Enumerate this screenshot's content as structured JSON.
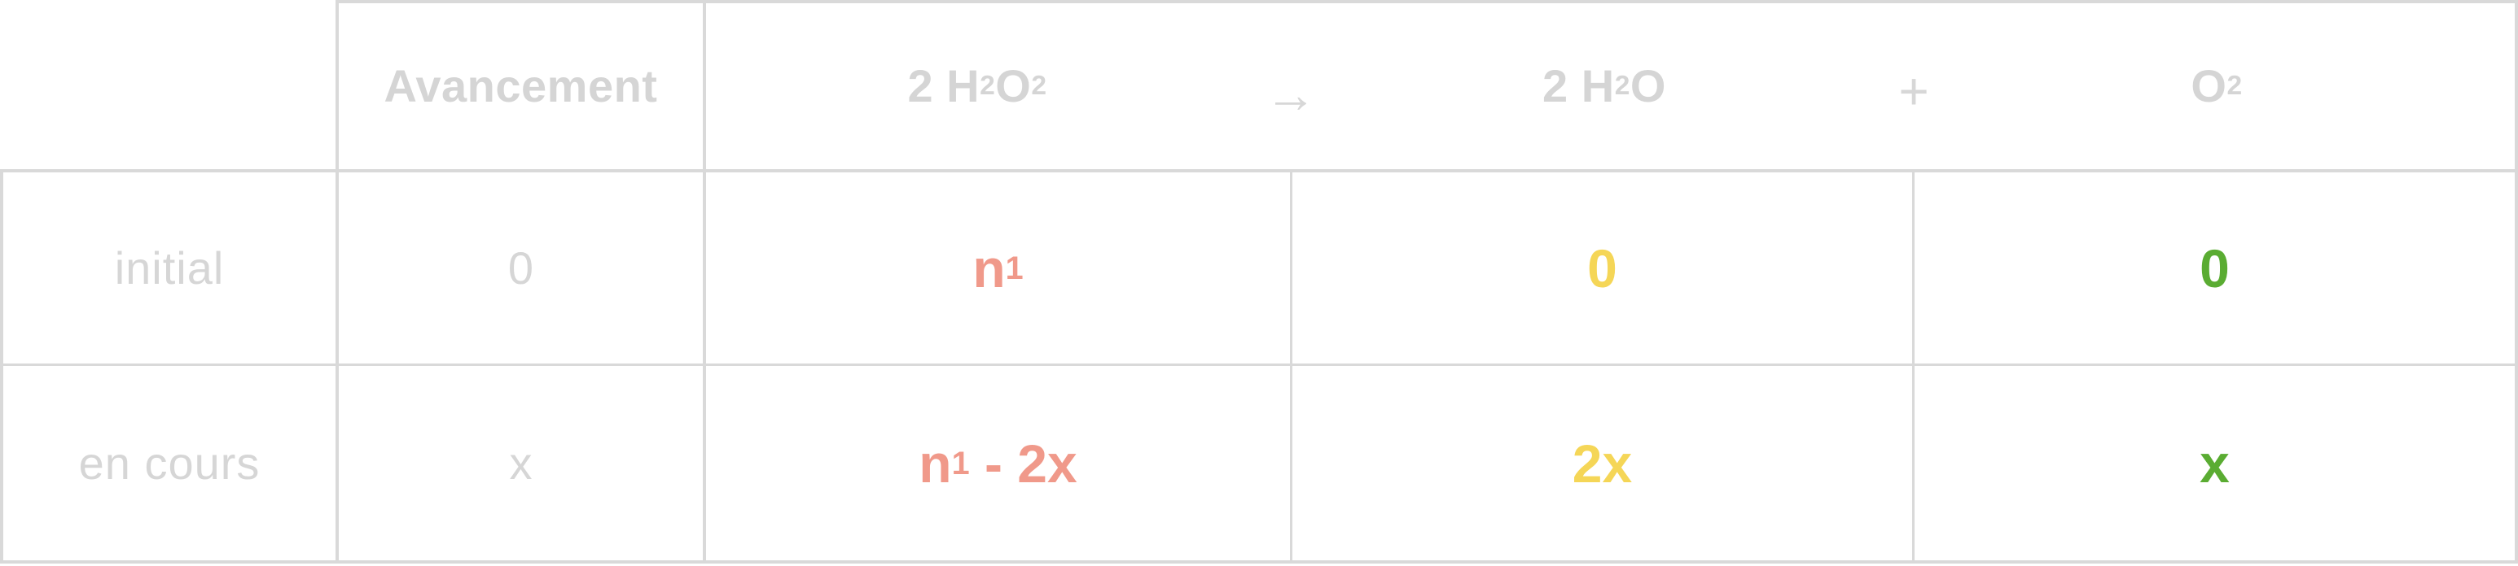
{
  "header": {
    "avancement": "Avancement",
    "reactant": {
      "coef": "2 H",
      "s1": "2",
      "mid": "O",
      "s2": "2"
    },
    "arrow": "→",
    "product1": {
      "coef": "2 H",
      "s1": "2",
      "tail": "O"
    },
    "plus": "+",
    "product2": {
      "base": "O",
      "s1": "2"
    }
  },
  "rows": [
    {
      "label": "initial",
      "avancement": "0",
      "reactant": {
        "base": "n",
        "sub": "1",
        "rest": ""
      },
      "product1": "0",
      "product2": "0"
    },
    {
      "label": "en cours",
      "avancement": "x",
      "reactant": {
        "base": "n",
        "sub": "1",
        "rest": " - 2x"
      },
      "product1": "2x",
      "product2": "x"
    }
  ],
  "colors": {
    "reactant": "#f0998a",
    "product1": "#f5d657",
    "product2": "#5aac32",
    "grid": "#d9d9d9",
    "header_text": "#d5d5d5"
  }
}
